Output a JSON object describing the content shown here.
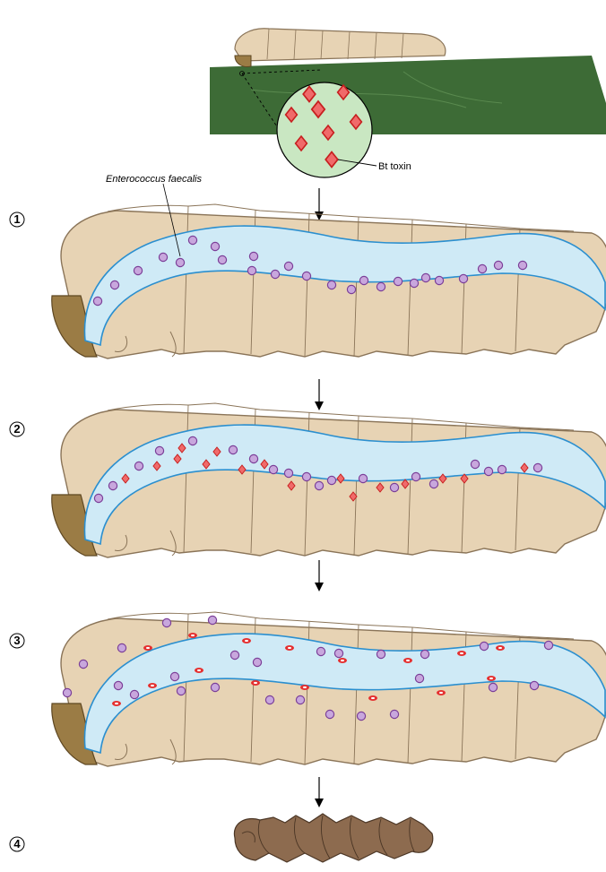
{
  "diagram": {
    "labels": {
      "bacterium": "Enterococcus faecalis",
      "toxin": "Bt toxin"
    },
    "steps": [
      "1",
      "2",
      "3",
      "4"
    ],
    "colors": {
      "caterpillar_body": "#e7d3b4",
      "caterpillar_outline": "#8a7458",
      "head_capsule": "#9b7c45",
      "gut": "#cfeaf6",
      "gut_wall": "#2b8fcf",
      "bacteria_fill": "#c8a7dd",
      "bacteria_outline": "#7b3f98",
      "toxin_crystal": "#e53030",
      "leaf": "#3d6b36",
      "magnified_circle": "#c9e7c2",
      "dead_larva": "#8d6b4f"
    }
  }
}
